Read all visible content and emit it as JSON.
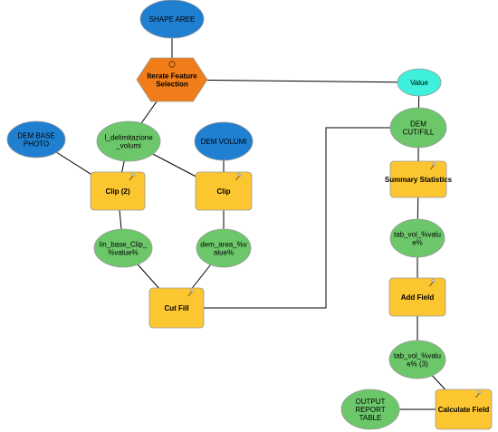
{
  "colors": {
    "input_data": "#1f7fd1",
    "derived_data": "#6cc76a",
    "tool": "#fbc630",
    "iterator": "#f07d1a",
    "variable": "#3ff0dc",
    "edge": "#000000"
  },
  "nodes": {
    "shape_aree": {
      "label": "SHAPE AREE",
      "kind": "input_data"
    },
    "iterate_feature_selection": {
      "label": "Iterate Feature Selection",
      "kind": "iterator"
    },
    "value": {
      "label": "Value",
      "kind": "variable"
    },
    "dem_base_photo": {
      "label": "DEM BASE PHOTO",
      "kind": "input_data"
    },
    "l_delimitazione_volumi": {
      "label": "I_delimitazione _volumi",
      "kind": "derived_data"
    },
    "dem_volumi": {
      "label": "DEM VOLUMI",
      "kind": "input_data"
    },
    "dem_cut_fill": {
      "label": "DEM CUT/FILL",
      "kind": "derived_data"
    },
    "clip_2": {
      "label": "Clip (2)",
      "kind": "tool"
    },
    "clip": {
      "label": "Clip",
      "kind": "tool"
    },
    "summary_statistics": {
      "label": "Summary Statistics",
      "kind": "tool"
    },
    "lin_base_clip": {
      "label": "lin_base_Clip_ %value%",
      "kind": "derived_data"
    },
    "dem_area_value": {
      "label": "dem_area_%v alue%",
      "kind": "derived_data"
    },
    "tab_vol_value": {
      "label": "tab_vol_%valu e%",
      "kind": "derived_data"
    },
    "cut_fill": {
      "label": "Cut Fill",
      "kind": "tool"
    },
    "add_field": {
      "label": "Add Field",
      "kind": "tool"
    },
    "tab_vol_value_3": {
      "label": "tab_vol_%valu e% (3)",
      "kind": "derived_data"
    },
    "output_report_table": {
      "label": "OUTPUT REPORT TABLE",
      "kind": "derived_data"
    },
    "calculate_field": {
      "label": "Calculate Field",
      "kind": "tool"
    }
  },
  "edges": [
    {
      "from": "shape_aree",
      "to": "iterate_feature_selection"
    },
    {
      "from": "iterate_feature_selection",
      "to": "value"
    },
    {
      "from": "iterate_feature_selection",
      "to": "l_delimitazione_volumi"
    },
    {
      "from": "dem_base_photo",
      "to": "clip_2"
    },
    {
      "from": "l_delimitazione_volumi",
      "to": "clip_2"
    },
    {
      "from": "l_delimitazione_volumi",
      "to": "clip"
    },
    {
      "from": "dem_volumi",
      "to": "clip"
    },
    {
      "from": "clip_2",
      "to": "lin_base_clip"
    },
    {
      "from": "clip",
      "to": "dem_area_value"
    },
    {
      "from": "lin_base_clip",
      "to": "cut_fill"
    },
    {
      "from": "dem_area_value",
      "to": "cut_fill"
    },
    {
      "from": "cut_fill",
      "to": "dem_cut_fill"
    },
    {
      "from": "value",
      "to": "dem_cut_fill"
    },
    {
      "from": "dem_cut_fill",
      "to": "summary_statistics"
    },
    {
      "from": "summary_statistics",
      "to": "tab_vol_value"
    },
    {
      "from": "tab_vol_value",
      "to": "add_field"
    },
    {
      "from": "add_field",
      "to": "tab_vol_value_3"
    },
    {
      "from": "tab_vol_value_3",
      "to": "calculate_field"
    },
    {
      "from": "calculate_field",
      "to": "output_report_table"
    }
  ]
}
